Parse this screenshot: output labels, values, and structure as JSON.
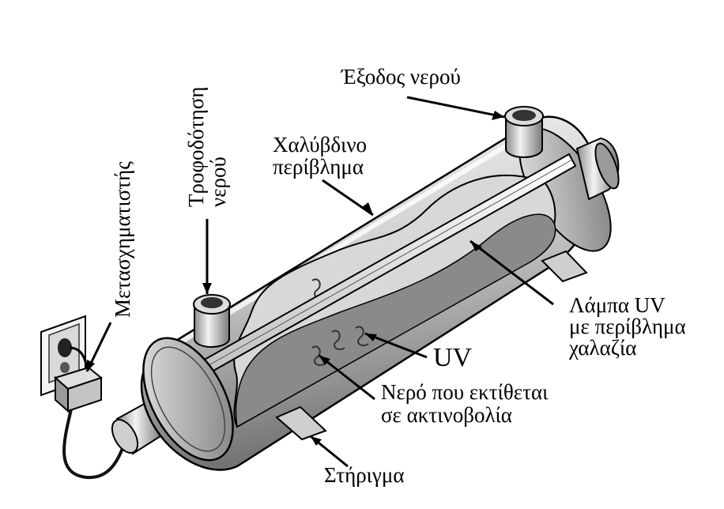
{
  "labels": {
    "water_outlet": "Έξοδος νερού",
    "steel_housing_line1": "Χαλύβδινο",
    "steel_housing_line2": "περίβλημα",
    "water_supply_line1": "Τροφοδότηση",
    "water_supply_line2": "νερού",
    "transformer": "Μετασχηματιστής",
    "uv_lamp_line1": "Λάμπα UV",
    "uv_lamp_line2": "με περίβλημα",
    "uv_lamp_line3": "χαλαζία",
    "uv": "UV",
    "exposed_water_line1": "Νερό που εκτίθεται",
    "exposed_water_line2": "σε ακτινοβολία",
    "support": "Στήριγμα"
  },
  "colors": {
    "ink": "#000000",
    "steel_light": "#e6e6e6",
    "steel_mid": "#b4b4b4",
    "steel_dark": "#5a5a5a",
    "water": "#8a8a8a"
  }
}
